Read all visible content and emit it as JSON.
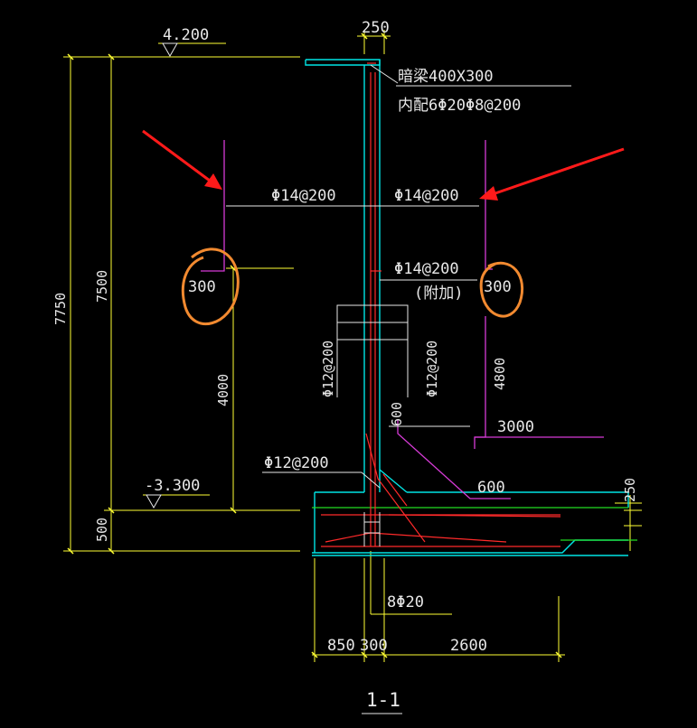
{
  "drawing": {
    "section_title": "1-1",
    "wall_thickness": "250",
    "elev_top": "4.200",
    "elev_bottom": "-3.300",
    "height_total": "7750",
    "height_wall": "7500",
    "height_base": "500",
    "height_inner_lap": "4000",
    "height_outer_lap": "4800",
    "beam_label": "暗梁400X300",
    "beam_rebar": "内配6Φ20Φ8@200",
    "rebar_outer_vertical": "Φ14@200",
    "rebar_inner_vertical": "Φ14@200",
    "rebar_additional": "Φ14@200",
    "rebar_additional_note": "(附加)",
    "lap_left": "300",
    "lap_right": "300",
    "rebar_horiz_left": "Φ12@200",
    "rebar_horiz_right": "Φ12@200",
    "rebar_haunch": "600",
    "rebar_haunch_bottom": "600",
    "rebar_footing": "Φ12@200",
    "rebar_base_span": "3000",
    "footing_thickness": "250",
    "rebar_bottom": "8Φ20",
    "dim_toe": "850",
    "dim_wall": "300",
    "dim_heel": "2600"
  },
  "colors": {
    "background": "#000000",
    "dimension": "#ffff33",
    "concrete": "#00e5e5",
    "rebar_main": "#ff2a2a",
    "rebar_aux": "#d63bd6",
    "text": "#e8e8e8",
    "annotation_arrow": "#ff1a1a",
    "annotation_circle": "#f28a30",
    "leader": "#e8e8e8",
    "green": "#22dd22"
  }
}
